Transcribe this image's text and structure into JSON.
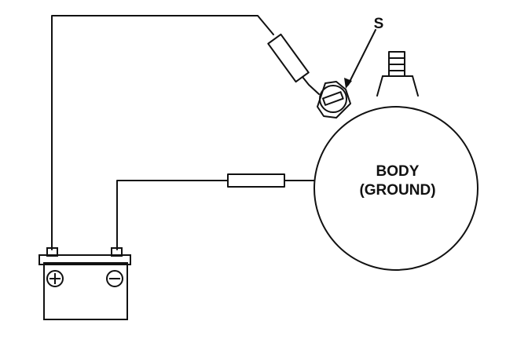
{
  "labels": {
    "s": "S",
    "body_line1": "BODY",
    "body_line2": "(GROUND)"
  },
  "colors": {
    "ink": "#111111",
    "background": "#ffffff"
  }
}
